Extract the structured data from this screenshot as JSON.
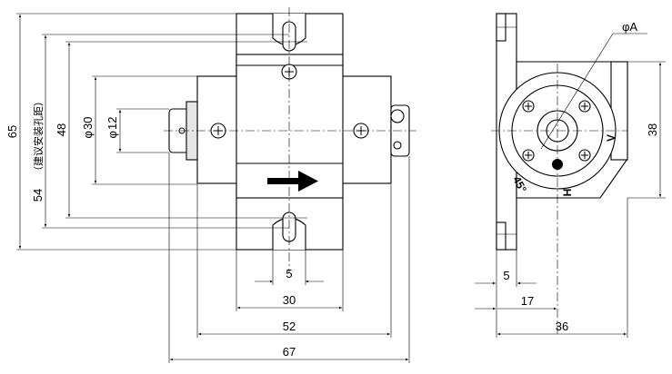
{
  "dimensions": {
    "overall_height": "65",
    "mount_hole_distance": "54",
    "mount_hole_distance_note": "（建议安装孔距）",
    "body_height": "48",
    "bore_outer": "30",
    "bore_inner": "12",
    "diameter_symbol": "φ",
    "slot_width": "5",
    "center_block_width": "30",
    "body_width": "52",
    "overall_length": "67",
    "side_slot_width": "5",
    "side_offset": "17",
    "side_width": "36",
    "side_height": "38",
    "hole_callout": "φA"
  },
  "markings": {
    "angle": "45°",
    "label_v": "V",
    "label_h": "H"
  }
}
